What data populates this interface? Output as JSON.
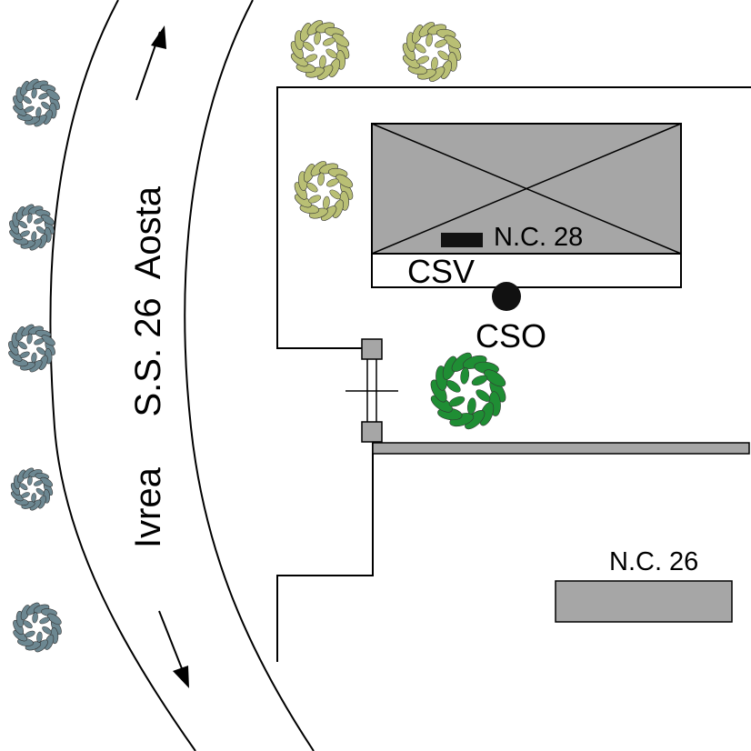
{
  "road": {
    "label": "Ivrea     S.S. 26  Aosta"
  },
  "buildings": {
    "nc28": {
      "label": "N.C. 28"
    },
    "nc26": {
      "label": "N.C. 26"
    }
  },
  "meters": {
    "csv": {
      "label": "CSV"
    },
    "cso": {
      "label": "CSO"
    }
  },
  "colors": {
    "building_fill": "#a6a6a6",
    "tree_blue_gray": "#6c8791",
    "tree_olive": "#b9bf74",
    "tree_green": "#1f8e34",
    "line": "#000000"
  }
}
